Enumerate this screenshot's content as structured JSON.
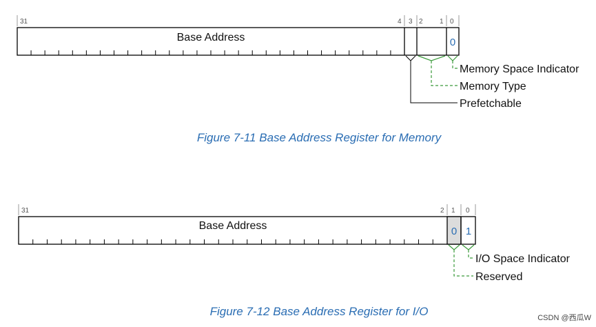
{
  "memory_register": {
    "bit_labels": {
      "b31": "31",
      "b4": "4",
      "b3": "3",
      "b2": "2",
      "b1": "1",
      "b0": "0"
    },
    "field_label": "Base Address",
    "bit0_value": "0",
    "callouts": {
      "memory_space_indicator": "Memory Space Indicator",
      "memory_type": "Memory Type",
      "prefetchable": "Prefetchable"
    },
    "caption": "Figure  7-11  Base Address Register for Memory"
  },
  "io_register": {
    "bit_labels": {
      "b31": "31",
      "b2": "2",
      "b1": "1",
      "b0": "0"
    },
    "field_label": "Base Address",
    "bit1_value": "0",
    "bit0_value": "1",
    "callouts": {
      "io_space_indicator": "I/O Space Indicator",
      "reserved": "Reserved"
    },
    "caption": "Figure  7-12  Base Address Register for I/O"
  },
  "watermark": "CSDN @西瓜W",
  "colors": {
    "accent_blue": "#2a6db3",
    "dashed_green": "#3a9a3a",
    "reserved_fill": "#dcdcdc"
  }
}
